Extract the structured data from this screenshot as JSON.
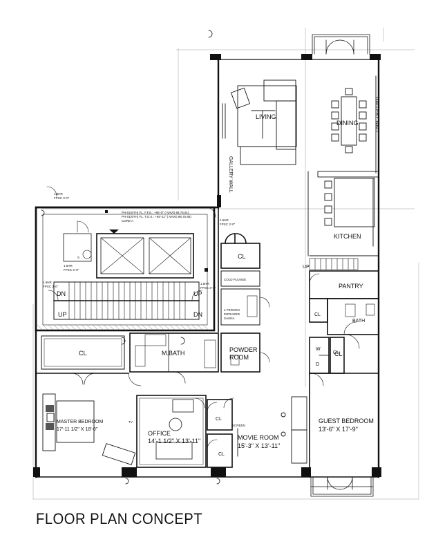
{
  "title": "FLOOR PLAN CONCEPT",
  "rooms": {
    "living": "LIVING",
    "dining": "DINING",
    "kitchen": "KITCHEN",
    "pantry": "PANTRY",
    "bath": "BATH",
    "cl_upper": "CL",
    "cl_master": "CL",
    "cl_bath": "CL",
    "cl_office": "CL",
    "cl_movie": "CL",
    "cl_guest": "CL",
    "cl_wd": "CL",
    "mbath": "M.BATH",
    "powder_1": "POWDER",
    "powder_2": "ROOM",
    "master_1": "MASTER BEDROOM",
    "master_2": "17'-11 1/2\" X 18'-0\"",
    "office_1": "OFFICE",
    "office_2": "14'-1 1/2\" X 13'-11\"",
    "movie_1": "MOVIE ROOM",
    "movie_2": "15'-3\" X 13'-11\"",
    "guest_1": "GUEST BEDROOM",
    "guest_2": "13'-6\" X 17'-9\"",
    "w": "W",
    "d": "D",
    "gallery_1": "GALLERY WALL",
    "gallery_2": "GALLERY WALL",
    "cold_plunge": "COLD PLUNGE",
    "sauna_1": "4 PERSON",
    "sauna_2": "INFRARED",
    "sauna_3": "SAUNA",
    "screen": "SCREEN"
  },
  "stairs": {
    "dn_left": "DN",
    "up_left": "UP",
    "up_right": "UP",
    "dn_right": "DN",
    "up_small": "UP"
  },
  "notes": {
    "fire_1a": "1.5HR",
    "fire_1b": "FPSC 3'-0\"",
    "fire_2a": "1.5HR",
    "fire_2b": "FPSC 3'-0\"",
    "fire_3a": "1.5HR",
    "fire_3b": "FPSC 3'-0\"",
    "fire_4a": "1.5HR",
    "fire_4b": "FPSC 3'-0\"",
    "fire_5a": "1.5HR",
    "fire_5b": "FPSC 3'-0\"",
    "elev_1": "PH-01(6TH) FL. F.F.E.: +66'-0\" ( NAVD 88,75.91)",
    "elev_2": "PH-01(6TH) FL. T.O.S.: +65'-11\" ( NAVD 88,75.85)",
    "core": "CORE A",
    "s": "S",
    "tv": "TV"
  }
}
